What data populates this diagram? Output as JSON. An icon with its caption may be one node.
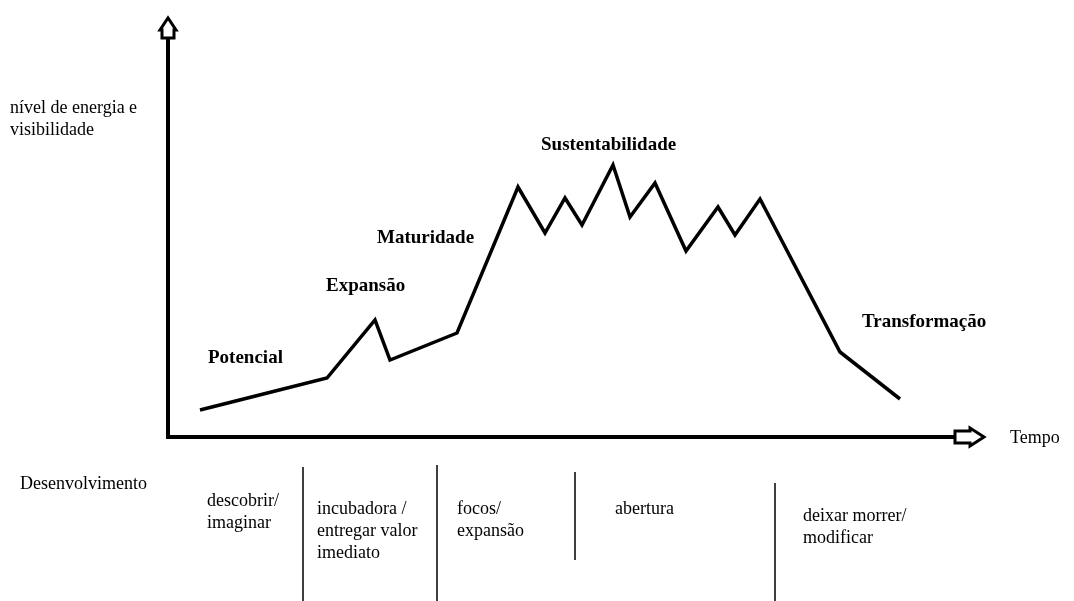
{
  "diagram": {
    "labels": [
      "nível de energia e visibilidade",
      "Sustentabilidade",
      "Maturidade",
      "Expansão",
      "Transformação",
      "Potencial",
      "Tempo",
      "Desenvolvimento",
      "descobrir/ imaginar",
      "incubadora / entregar valor imediato",
      "focos/ expansão",
      "abertura",
      "deixar morrer/ modificar"
    ]
  }
}
